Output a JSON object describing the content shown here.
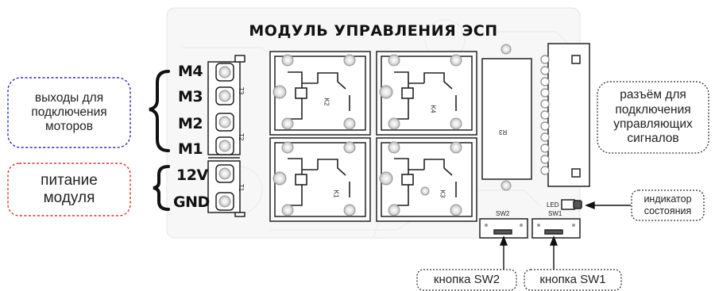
{
  "board": {
    "title": "МОДУЛЬ УПРАВЛЕНИЯ ЭСП",
    "pins": [
      "M4",
      "M3",
      "M2",
      "M1",
      "12V",
      "GND"
    ],
    "terminal_labels": [
      "T3",
      "T2",
      "T1"
    ],
    "relay_labels": [
      "K2",
      "K4",
      "K1",
      "K3"
    ],
    "resistor_label": "R3",
    "switch_labels": [
      "SW2",
      "SW1"
    ],
    "led_label": "LED"
  },
  "callouts": {
    "motors": "выходы для подключения моторов",
    "power": "питание модуля",
    "connector": "разъём для подключения управляющих сигналов",
    "indicator": "индикатор состояния",
    "button_sw2": "кнопка SW2",
    "button_sw1": "кнопка SW1"
  },
  "colors": {
    "motors_border": "#2b2bbf",
    "power_border": "#d9342b",
    "neutral_border": "#333333",
    "board_bg": "#f7f7f7"
  }
}
